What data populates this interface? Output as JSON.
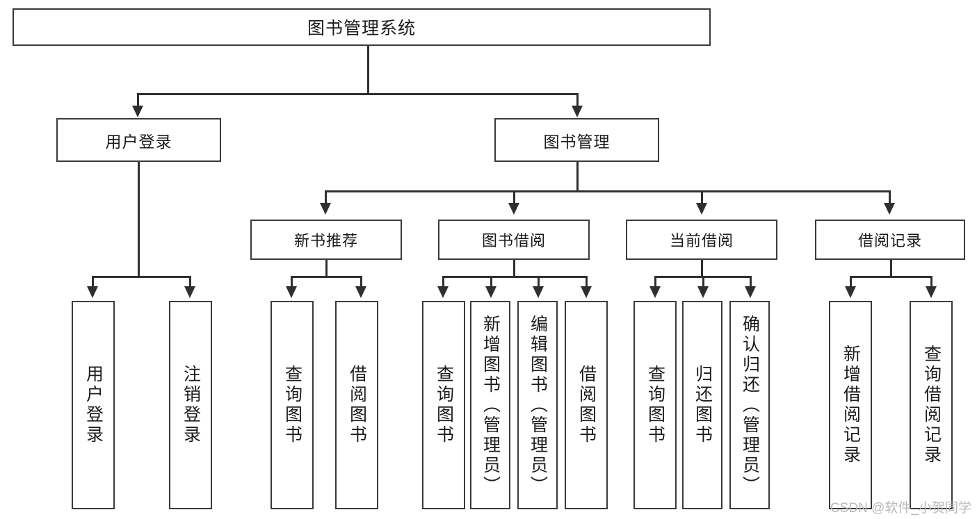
{
  "diagram": {
    "type": "tree-hierarchy-chart",
    "title": "图书管理系统",
    "root": {
      "label": "图书管理系统"
    },
    "level2": [
      {
        "label": "用户登录"
      },
      {
        "label": "图书管理"
      }
    ],
    "level3": [
      {
        "label": "新书推荐"
      },
      {
        "label": "图书借阅"
      },
      {
        "label": "当前借阅"
      },
      {
        "label": "借阅记录"
      }
    ],
    "leaves": [
      {
        "label": "用户登录",
        "parent": "用户登录"
      },
      {
        "label": "注销登录",
        "parent": "用户登录"
      },
      {
        "label": "查询图书",
        "parent": "新书推荐"
      },
      {
        "label": "借阅图书",
        "parent": "新书推荐"
      },
      {
        "label": "查询图书",
        "parent": "图书借阅"
      },
      {
        "label": "新增图书（管理员）",
        "parent": "图书借阅"
      },
      {
        "label": "编辑图书（管理员）",
        "parent": "图书借阅"
      },
      {
        "label": "借阅图书",
        "parent": "图书借阅"
      },
      {
        "label": "查询图书",
        "parent": "当前借阅"
      },
      {
        "label": "归还图书",
        "parent": "当前借阅"
      },
      {
        "label": "确认归还（管理员）",
        "parent": "当前借阅"
      },
      {
        "label": "新增借阅记录",
        "parent": "借阅记录"
      },
      {
        "label": "查询借阅记录",
        "parent": "借阅记录"
      }
    ]
  },
  "watermark": {
    "text": "CSDN @软件_小贺同学"
  },
  "colors": {
    "background": "#ffffff",
    "box_border": "#3a3a3a",
    "connector": "#2f2f2f",
    "text": "#1c1c1c",
    "watermark": "#b9b9b9"
  }
}
